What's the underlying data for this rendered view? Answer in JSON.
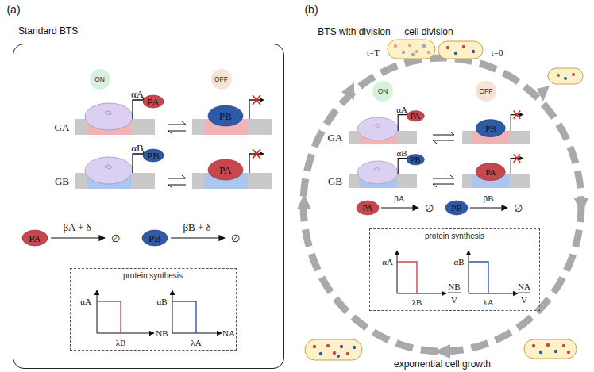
{
  "diagram": {
    "nodes": [
      {
        "text": [
          "Standard BTS"
        ]
      },
      {
        "text": [
          "ON"
        ],
        "in": 0
      },
      {
        "text": [
          "OFF"
        ],
        "in": 0
      },
      {
        "text": [
          "protein synthesis"
        ],
        "in": 0
      },
      {
        "text": [
          "ON"
        ]
      },
      {
        "text": [
          "OFF"
        ]
      },
      {
        "text": [
          "protein synthesis"
        ]
      }
    ],
    "labels": [
      "(a)",
      "(b)",
      "BTS with division",
      "αA",
      "PA",
      "GA",
      "PB",
      "αB",
      "PB",
      "GB",
      "PA",
      "PA",
      "βA + δ",
      "∅",
      "PB",
      "βB + δ",
      "∅",
      "αA",
      "λB",
      "NB",
      "αB",
      "λA",
      "NA",
      "cell division",
      "t=T",
      "t=0",
      "αA",
      "PA",
      "GA",
      "PB",
      "αB",
      "PB",
      "GB",
      "PA",
      "PA",
      "βA",
      "∅",
      "PB",
      "βB",
      "∅",
      "αA",
      "λB",
      "NB",
      "V",
      "αB",
      "λA",
      "NA",
      "V",
      "exponential cell growth"
    ]
  }
}
